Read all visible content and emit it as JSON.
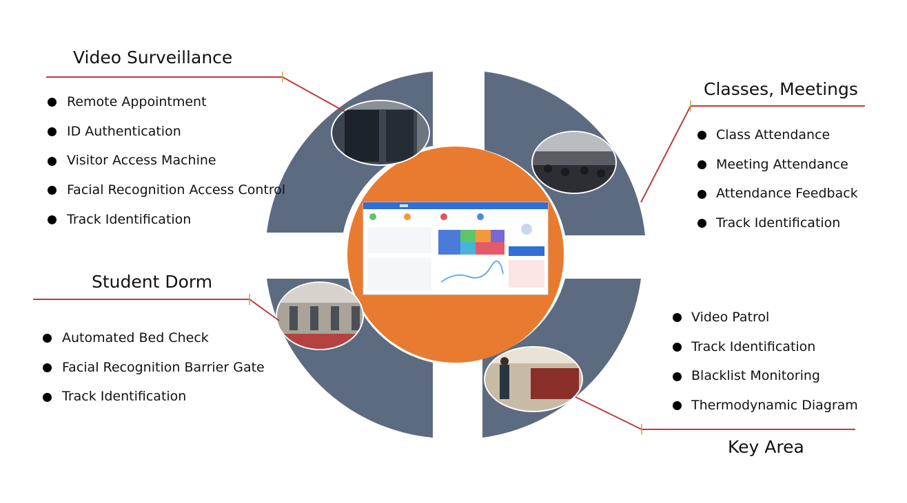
{
  "colors": {
    "quadrant": "#5d6b81",
    "center_circle": "#e87b2f",
    "connector_line": "#c0393b",
    "bullet": "#000000"
  },
  "sections": {
    "video_surveillance": {
      "title": "Video Surveillance",
      "items": [
        "Remote Appointment",
        "ID Authentication",
        "Visitor Access Machine",
        "Facial Recognition Access Control",
        "Track Identification"
      ]
    },
    "classes_meetings": {
      "title": "Classes, Meetings",
      "items": [
        "Class Attendance",
        "Meeting Attendance",
        "Attendance Feedback",
        "Track Identification"
      ]
    },
    "student_dorm": {
      "title": "Student Dorm",
      "items": [
        "Automated Bed Check",
        "Facial Recognition Barrier Gate",
        "Track Identification"
      ]
    },
    "key_area": {
      "title": "Key Area",
      "items": [
        "Video Patrol",
        "Track Identification",
        "Blacklist Monitoring",
        "Thermodynamic Diagram"
      ]
    }
  },
  "center": {
    "image": "dashboard-screenshot"
  },
  "photos": [
    "entrance-doors-photo",
    "meeting-room-photo",
    "barrier-gate-photo",
    "reception-area-photo"
  ]
}
